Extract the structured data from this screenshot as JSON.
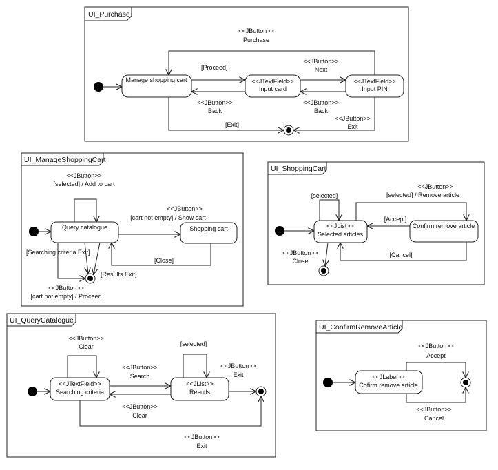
{
  "diagrams": {
    "purchase": {
      "title": "UI_Purchase",
      "states": {
        "manage": "Manage shopping cart",
        "input_card_stereo": "<<JTextField>>",
        "input_card": "Input card",
        "input_pin_stereo": "<<JTextField>>",
        "input_pin": "Input PIN"
      },
      "labels": {
        "purchase_stereo": "<<JButton>>",
        "purchase": "Purchase",
        "proceed": "[Proceed]",
        "next_stereo": "<<JButton>>",
        "next": "Next",
        "back1_stereo": "<<JButton>>",
        "back1": "Back",
        "back2_stereo": "<<JButton>>",
        "back2": "Back",
        "exit_guard": "[Exit]",
        "exit_stereo": "<<JButton>>",
        "exit": "Exit"
      }
    },
    "manage_cart": {
      "title": "UI_ManageShoppingCart",
      "states": {
        "query": "Query catalogue",
        "cart": "Shopping cart"
      },
      "labels": {
        "add_stereo": "<<JButton>>",
        "add": "[selected]  / Add to cart",
        "show_stereo": "<<JButton>>",
        "show": "[cart not empty] / Show cart",
        "close": "[Close]",
        "search_exit": "[Searching criteria.Exit]",
        "results_exit": "[Results.Exit]",
        "proceed_stereo": "<<JButton>>",
        "proceed": "[cart not empty] / Proceed"
      }
    },
    "shopping_cart": {
      "title": "UI_ShoppingCart",
      "states": {
        "selected_stereo": "<<JList>>",
        "selected": "Selected articles",
        "confirm": "Confirm remove article"
      },
      "labels": {
        "selected_guard": "[selected]",
        "remove_stereo": "<<JButton>>",
        "remove": "[selected] / Remove article",
        "accept": "[Accept]",
        "cancel": "[Cancel]",
        "close_stereo": "<<JButton>>",
        "close": "Close"
      }
    },
    "query_catalogue": {
      "title": "UI_QueryCatalogue",
      "states": {
        "criteria_stereo": "<<JTextField>>",
        "criteria": "Searching criteria",
        "results_stereo": "<<JList>>",
        "results": "Resutls"
      },
      "labels": {
        "clear1_stereo": "<<JButton>>",
        "clear1": "Clear",
        "selected": "[selected]",
        "search_stereo": "<<JButton>>",
        "search": "Search",
        "exit1_stereo": "<<JButton>>",
        "exit1": "Exit",
        "clear2_stereo": "<<JButton>>",
        "clear2": "Clear",
        "exit2_stereo": "<<JButton>>",
        "exit2": "Exit"
      }
    },
    "confirm_remove": {
      "title": "UI_ConfirmRemoveArticle",
      "states": {
        "label_stereo": "<<JLabel>>",
        "label": "Cofirm remove article"
      },
      "labels": {
        "accept_stereo": "<<JButton>>",
        "accept": "Accept",
        "cancel_stereo": "<<JButton>>",
        "cancel": "Cancel"
      }
    }
  }
}
